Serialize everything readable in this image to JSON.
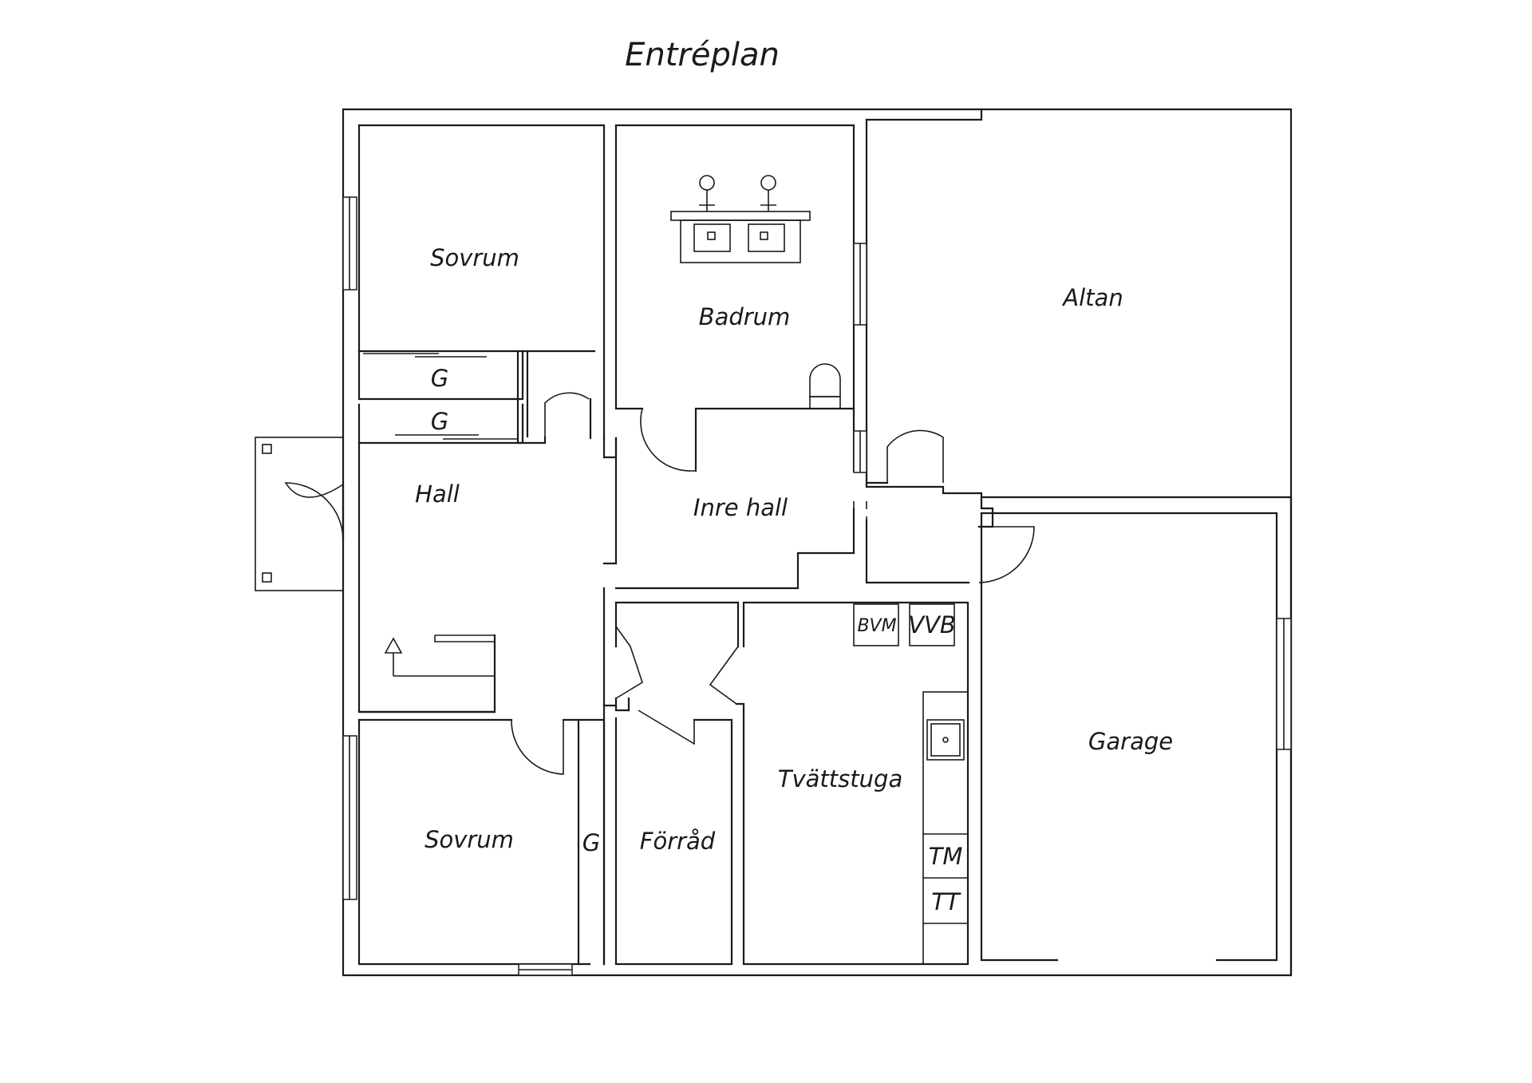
{
  "title": "Entréplan",
  "rooms": {
    "sovrum_top": "Sovrum",
    "badrum": "Badrum",
    "altan": "Altan",
    "hall": "Hall",
    "inre_hall": "Inre hall",
    "garage": "Garage",
    "tvattstuga": "Tvättstuga",
    "sovrum_bottom": "Sovrum",
    "forrad": "Förråd"
  },
  "closets": {
    "g_top": "G",
    "g_middle": "G",
    "g_bottom": "G"
  },
  "appliances": {
    "bvm": "BVM",
    "vvb": "VVB",
    "tm": "TM",
    "tt": "TT"
  }
}
